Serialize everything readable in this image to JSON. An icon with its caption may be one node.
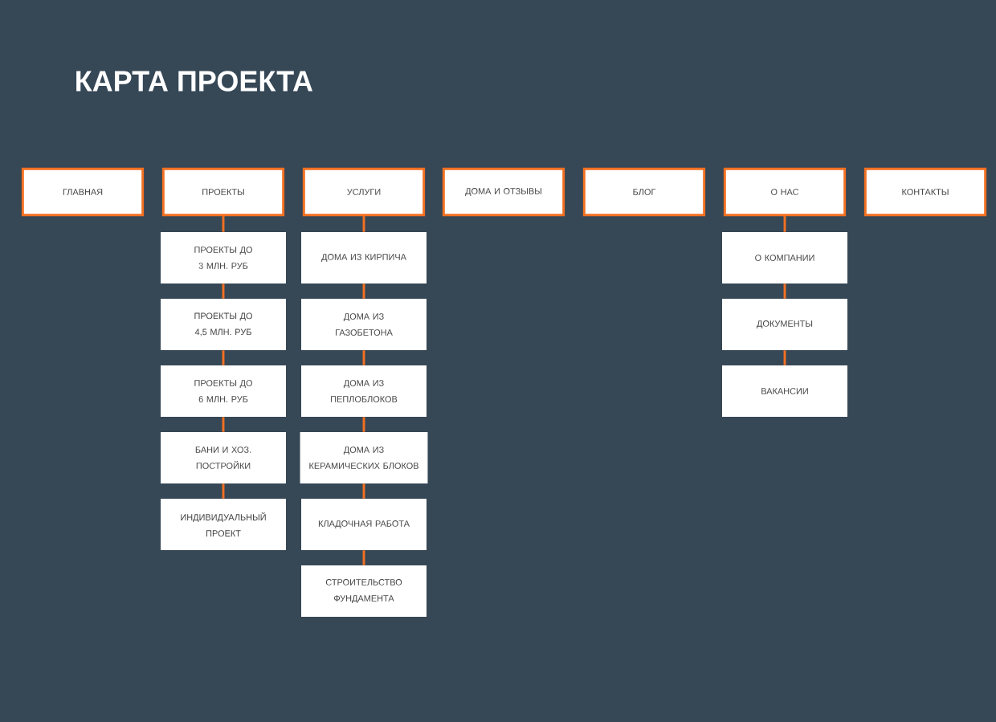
{
  "diagram": {
    "title": "КАРТА ПРОЕКТА",
    "nodes": [
      {
        "text": [
          "ГЛАВНАЯ"
        ]
      },
      {
        "text": [
          "ПРОЕКТЫ"
        ]
      },
      {
        "text": [
          "УСЛУГИ"
        ]
      },
      {
        "text": [
          "ДОМА И ОТЗЫВЫ"
        ]
      },
      {
        "text": [
          "БЛОГ"
        ]
      },
      {
        "text": [
          "О НАС"
        ]
      },
      {
        "text": [
          "КОНТАКТЫ"
        ]
      },
      {
        "text": [
          "ПРОЕКТЫ ДО 3 МЛН. РУБ"
        ]
      },
      {
        "text": [
          "ПРОЕКТЫ ДО 4,5 МЛН. РУБ"
        ]
      },
      {
        "text": [
          "ПРОЕКТЫ ДО 6 МЛН. РУБ"
        ]
      },
      {
        "text": [
          "БАНИ И ХОЗ. ПОСТРОЙКИ"
        ]
      },
      {
        "text": [
          "ИНДИВИДУАЛЬНЫЙ ПРОЕКТ"
        ]
      },
      {
        "text": [
          "ДОМА ИЗ КИРПИЧА"
        ]
      },
      {
        "text": [
          "ДОМА ИЗ ГАЗОБЕТОНА"
        ]
      },
      {
        "text": [
          "ДОМА ИЗ ПЕПЛОБЛОКОВ"
        ]
      },
      {
        "text": [
          "ДОМА ИЗ КЕРАМИЧЕСКИХ БЛОКОВ"
        ]
      },
      {
        "text": [
          "КЛАДОЧНАЯ РАБОТА"
        ]
      },
      {
        "text": [
          "СТРОИТЕЛЬСТВО ФУНДАМЕНТА"
        ]
      },
      {
        "text": [
          "О КОМПАНИИ"
        ]
      },
      {
        "text": [
          "ДОКУМЕНТЫ"
        ]
      },
      {
        "text": [
          "ВАКАНСИИ"
        ]
      }
    ],
    "edges": [
      {
        "from": 1,
        "to": 7,
        "arrow": "none"
      },
      {
        "from": 7,
        "to": 8,
        "arrow": "none"
      },
      {
        "from": 8,
        "to": 9,
        "arrow": "none"
      },
      {
        "from": 9,
        "to": 10,
        "arrow": "none"
      },
      {
        "from": 10,
        "to": 11,
        "arrow": "none"
      },
      {
        "from": 2,
        "to": 12,
        "arrow": "none"
      },
      {
        "from": 12,
        "to": 13,
        "arrow": "none"
      },
      {
        "from": 13,
        "to": 14,
        "arrow": "none"
      },
      {
        "from": 14,
        "to": 15,
        "arrow": "none"
      },
      {
        "from": 15,
        "to": 16,
        "arrow": "none"
      },
      {
        "from": 16,
        "to": 17,
        "arrow": "none"
      },
      {
        "from": 5,
        "to": 18,
        "arrow": "none"
      },
      {
        "from": 18,
        "to": 19,
        "arrow": "none"
      },
      {
        "from": 19,
        "to": 20,
        "arrow": "none"
      }
    ]
  }
}
